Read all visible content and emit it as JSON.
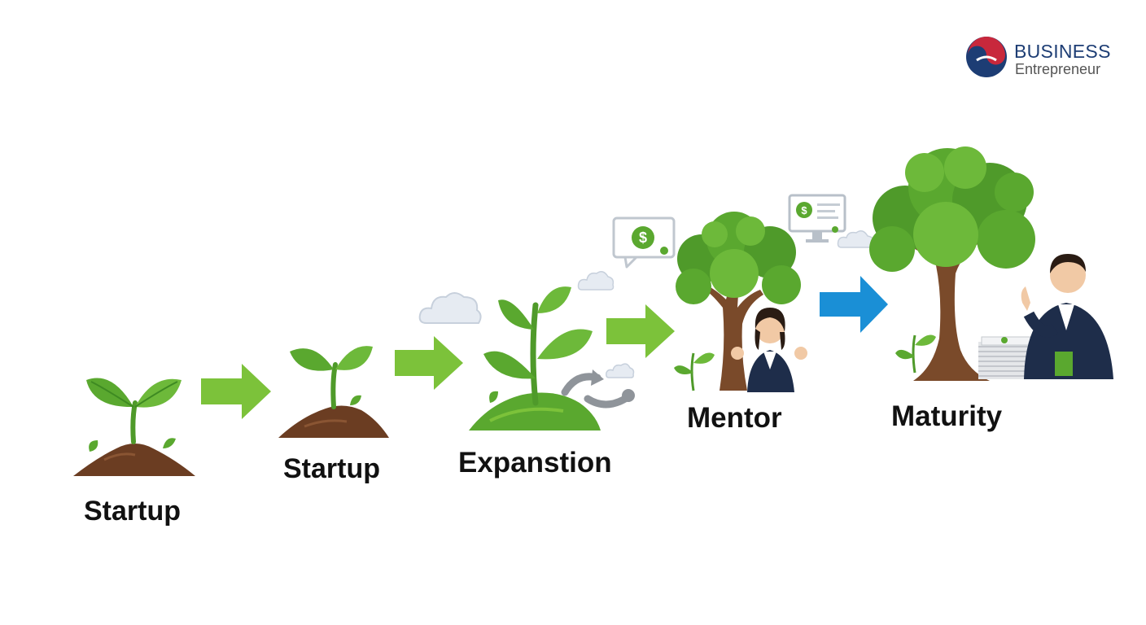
{
  "logo": {
    "line1": "BUSINESS",
    "line2": "Entrepreneur",
    "colors": {
      "navy": "#1d3d74",
      "red": "#c8283c",
      "gray": "#555555"
    }
  },
  "stages": [
    {
      "label": "Startup",
      "icon": "sprout-icon"
    },
    {
      "label": "Startup",
      "icon": "seedling-icon"
    },
    {
      "label": "Expanstion",
      "icon": "young-plant-icon"
    },
    {
      "label": "Mentor",
      "icon": "tree-with-mentor-icon"
    },
    {
      "label": "Maturity",
      "icon": "large-tree-with-businessman-icon"
    }
  ],
  "colors": {
    "leaf": "#5aa82f",
    "leaf_dark": "#3e8a22",
    "soil": "#6b3d22",
    "arrow_green": "#7cc23a",
    "arrow_blue": "#1a8fd6",
    "trunk": "#7a4a2a"
  }
}
